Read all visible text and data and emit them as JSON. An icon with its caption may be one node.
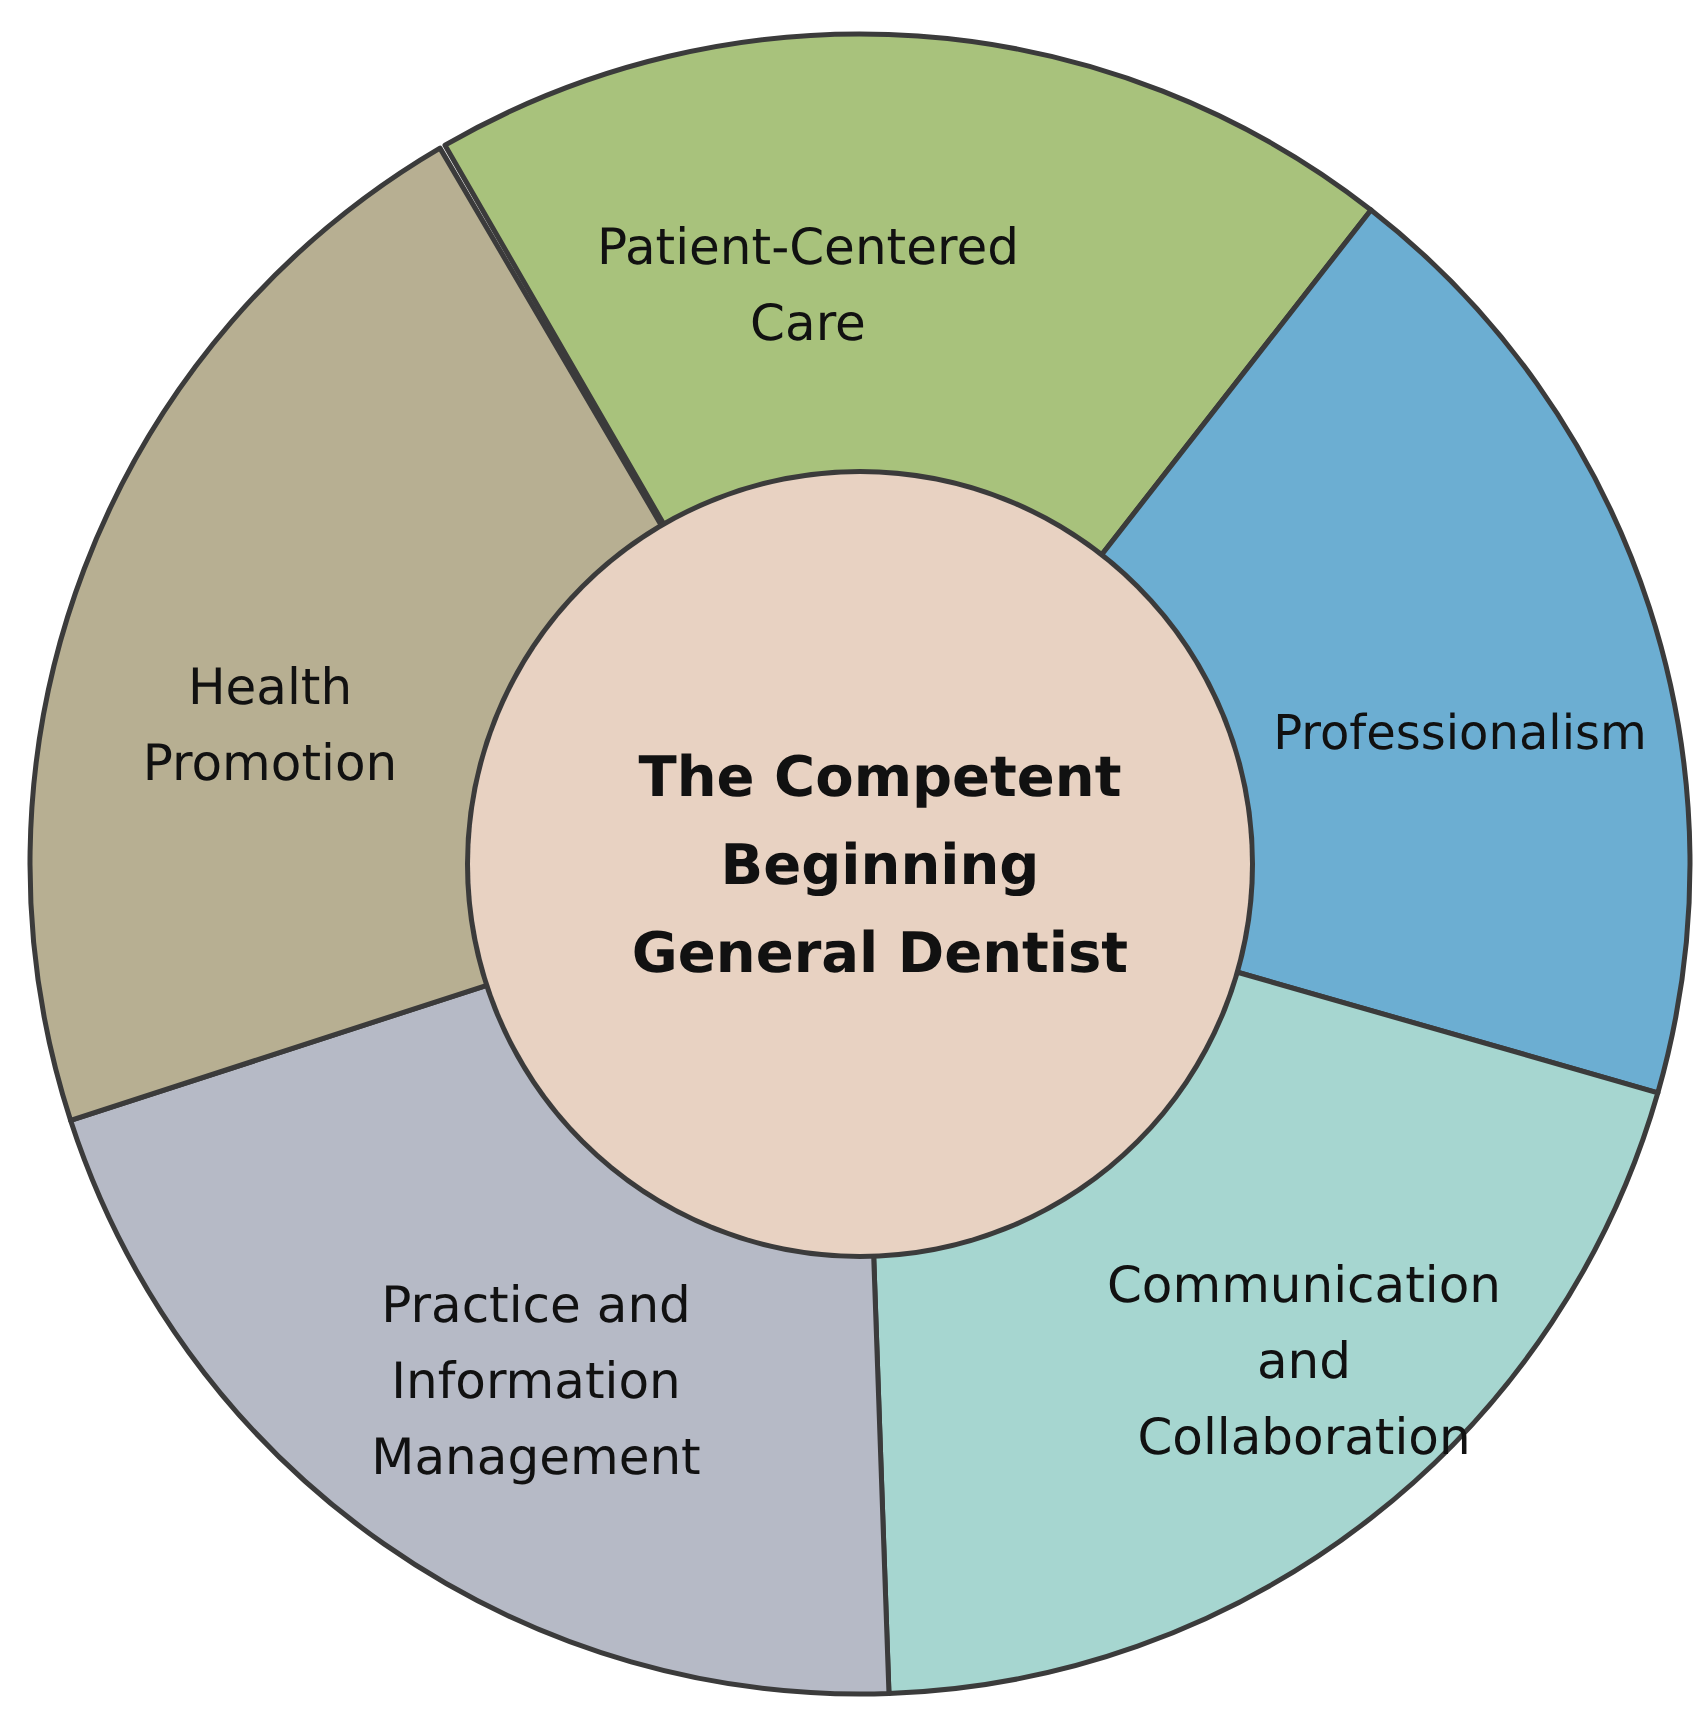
{
  "diagram": {
    "nodes": [
      {
        "text": [
          "The Competent Beginning General Dentist"
        ]
      },
      {
        "text": [
          "Patient-Centered Care"
        ]
      },
      {
        "text": [
          "Professionalism"
        ]
      },
      {
        "text": [
          "Communication and Collaboration"
        ]
      },
      {
        "text": [
          "Practice and Information Management"
        ]
      },
      {
        "text": [
          "Health Promotion"
        ]
      }
    ]
  }
}
